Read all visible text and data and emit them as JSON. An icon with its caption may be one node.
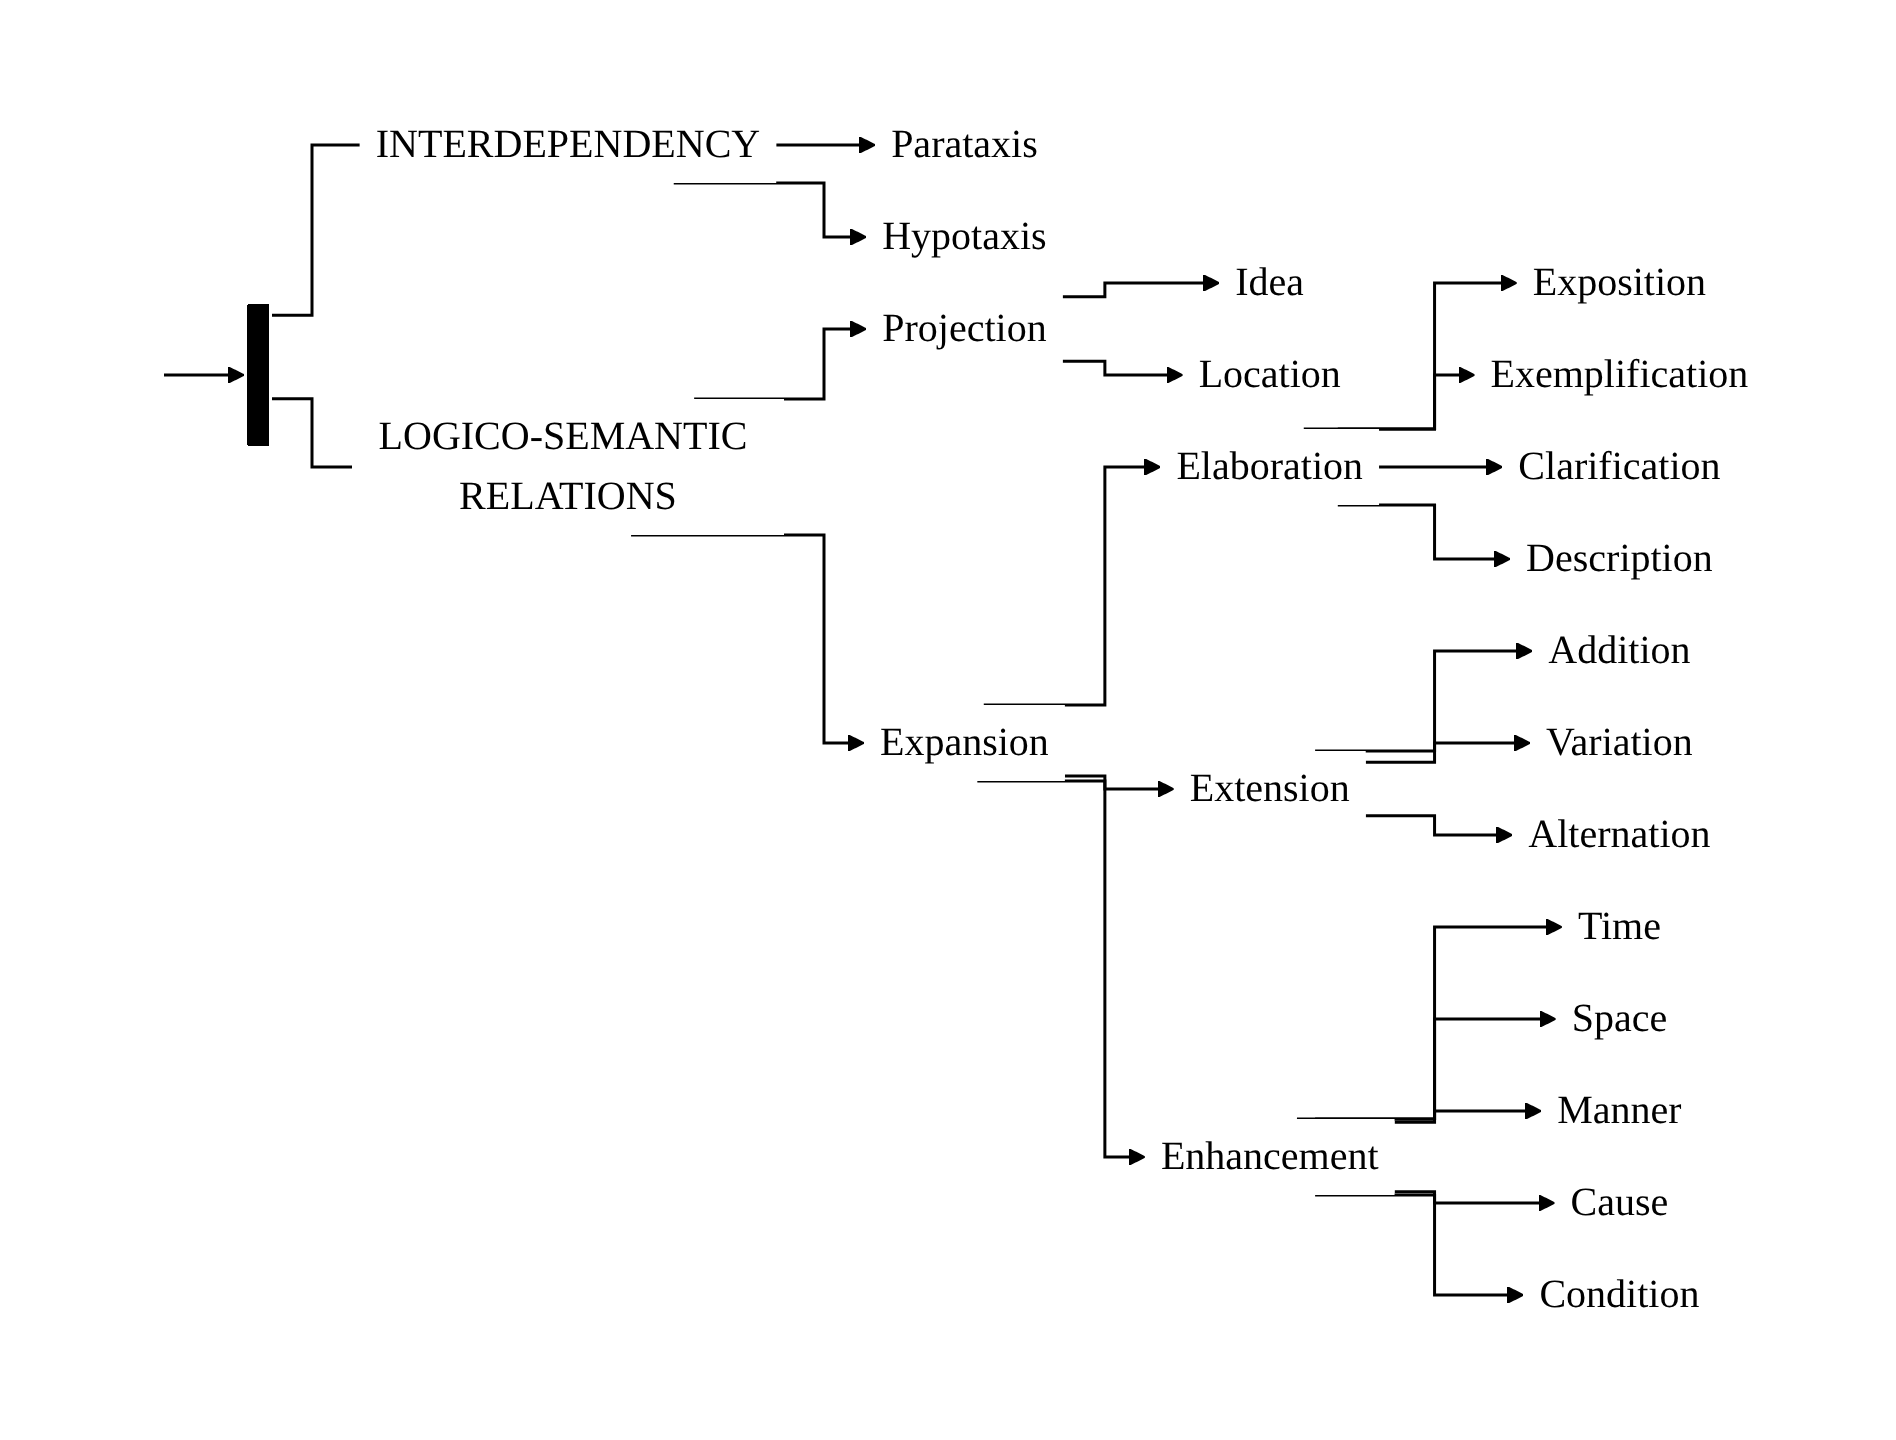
{
  "diagram": {
    "nodes": [
      {
        "text": [],
        "shape": "bar"
      },
      {
        "text": [
          "INTERDEPENDENCY"
        ]
      },
      {
        "text": [
          "Parataxis"
        ]
      },
      {
        "text": [
          "Hypotaxis"
        ]
      },
      {
        "text": [
          "LOGICO-SEMANTIC RELATIONS"
        ]
      },
      {
        "text": [
          "Projection"
        ]
      },
      {
        "text": [
          "Idea"
        ]
      },
      {
        "text": [
          "Location"
        ]
      },
      {
        "text": [
          "Expansion"
        ]
      },
      {
        "text": [
          "Elaboration"
        ]
      },
      {
        "text": [
          "Exposition"
        ]
      },
      {
        "text": [
          "Exemplification"
        ]
      },
      {
        "text": [
          "Clarification"
        ]
      },
      {
        "text": [
          "Description"
        ]
      },
      {
        "text": [
          "Extension"
        ]
      },
      {
        "text": [
          "Addition"
        ]
      },
      {
        "text": [
          "Variation"
        ]
      },
      {
        "text": [
          "Alternation"
        ]
      },
      {
        "text": [
          "Enhancement"
        ]
      },
      {
        "text": [
          "Time"
        ]
      },
      {
        "text": [
          "Space"
        ]
      },
      {
        "text": [
          "Manner"
        ]
      },
      {
        "text": [
          "Cause"
        ]
      },
      {
        "text": [
          "Condition"
        ]
      }
    ],
    "edges": [
      {
        "from": null,
        "to": 0,
        "arrow": "to"
      },
      {
        "from": 0,
        "to": 1,
        "arrow": "none"
      },
      {
        "from": 0,
        "to": 4,
        "arrow": "none"
      },
      {
        "from": 1,
        "to": 2,
        "arrow": "to"
      },
      {
        "from": 1,
        "to": 3,
        "arrow": "to"
      },
      {
        "from": 4,
        "to": 5,
        "arrow": "to"
      },
      {
        "from": 4,
        "to": 8,
        "arrow": "to"
      },
      {
        "from": 5,
        "to": 6,
        "arrow": "to"
      },
      {
        "from": 5,
        "to": 7,
        "arrow": "to"
      },
      {
        "from": 8,
        "to": 9,
        "arrow": "to"
      },
      {
        "from": 8,
        "to": 14,
        "arrow": "to"
      },
      {
        "from": 8,
        "to": 18,
        "arrow": "to"
      },
      {
        "from": 9,
        "to": 10,
        "arrow": "to"
      },
      {
        "from": 9,
        "to": 11,
        "arrow": "to"
      },
      {
        "from": 9,
        "to": 12,
        "arrow": "to"
      },
      {
        "from": 9,
        "to": 13,
        "arrow": "to"
      },
      {
        "from": 14,
        "to": 15,
        "arrow": "to"
      },
      {
        "from": 14,
        "to": 16,
        "arrow": "to"
      },
      {
        "from": 14,
        "to": 17,
        "arrow": "to"
      },
      {
        "from": 18,
        "to": 19,
        "arrow": "to"
      },
      {
        "from": 18,
        "to": 20,
        "arrow": "to"
      },
      {
        "from": 18,
        "to": 21,
        "arrow": "to"
      },
      {
        "from": 18,
        "to": 22,
        "arrow": "to"
      },
      {
        "from": 18,
        "to": 23,
        "arrow": "to"
      }
    ]
  }
}
